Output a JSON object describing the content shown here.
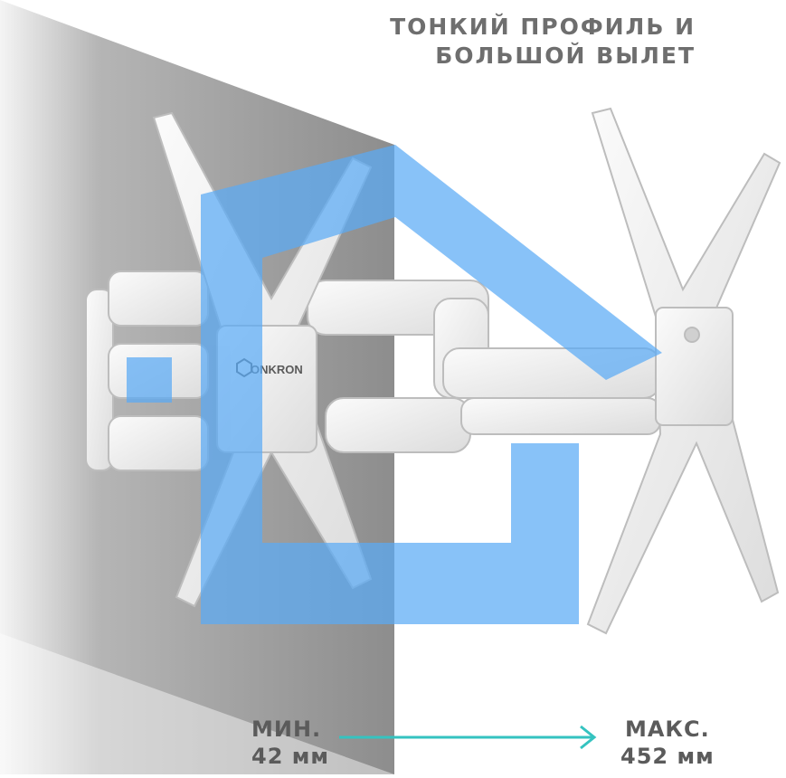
{
  "headline": {
    "line1": "ТОНКИЙ ПРОФИЛЬ И",
    "line2": "БОЛЬШОЙ ВЫЛЕТ"
  },
  "brand": {
    "logo_text": "ONKRON"
  },
  "dimension": {
    "min_label": "МИН.",
    "min_value": "42 мм",
    "max_label": "МАКС.",
    "max_value": "452 мм"
  },
  "colors": {
    "wall": "#8f8f8f",
    "mount": "#f2f2f2",
    "watermark": "#5aaaf5",
    "arrow": "#35c3c0",
    "text": "#5b5b5b"
  },
  "icons": {
    "watermark": "house-icon",
    "arrow": "right-arrow-icon"
  }
}
